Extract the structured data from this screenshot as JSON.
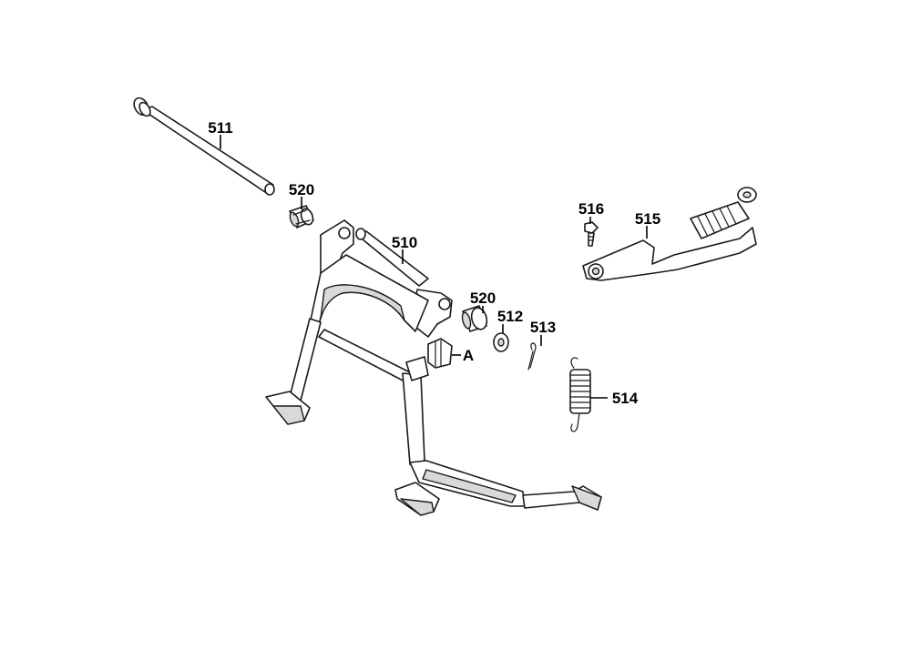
{
  "callouts": [
    {
      "id": "511",
      "text": "511"
    },
    {
      "id": "520a",
      "text": "520"
    },
    {
      "id": "510",
      "text": "510"
    },
    {
      "id": "516",
      "text": "516"
    },
    {
      "id": "515",
      "text": "515"
    },
    {
      "id": "520b",
      "text": "520"
    },
    {
      "id": "512",
      "text": "512"
    },
    {
      "id": "513",
      "text": "513"
    },
    {
      "id": "A",
      "text": "A"
    },
    {
      "id": "514",
      "text": "514"
    }
  ],
  "colors": {
    "line": "#1a1a1a",
    "shade": "#d9d9d9",
    "background": "#ffffff"
  }
}
